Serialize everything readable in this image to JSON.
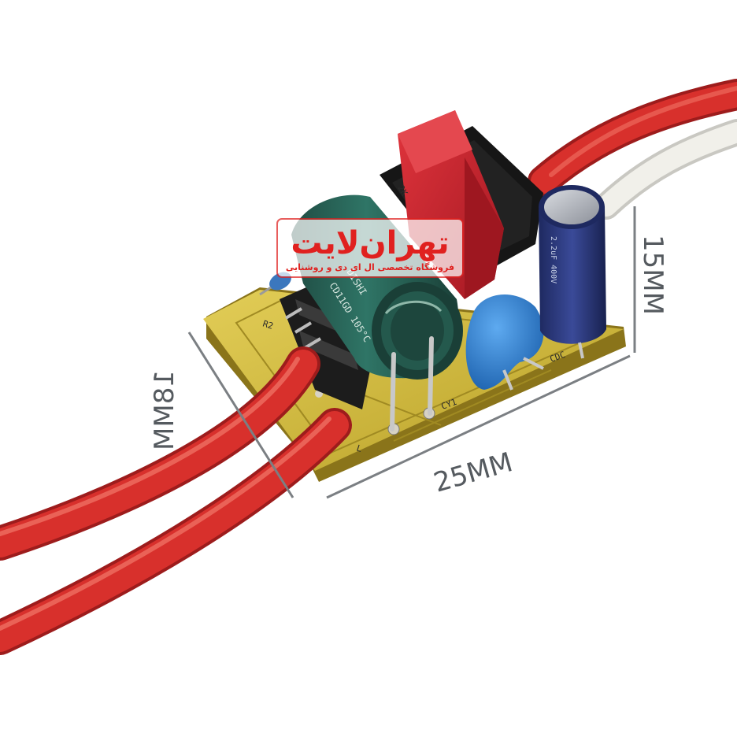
{
  "image": {
    "subject": "LED driver circuit board with wires",
    "background": "#ffffff"
  },
  "dimensions": {
    "height_label": "15MM",
    "width_label": "25MM",
    "depth_label": "18MM"
  },
  "watermark": {
    "title": "تهران‌لایت",
    "subtitle": "فروشگاه تخصصی ال ای دی و روشنایی"
  },
  "components": {
    "pcb_labels": [
      "R2",
      "L",
      "CY1",
      "CDC"
    ],
    "green_capacitor_text": "DISHI",
    "green_capacitor_spec": "CD11GD 105°C",
    "blue_capacitor_text": "2.2uF 400V",
    "transformer_mark": "2K"
  },
  "colors": {
    "wire_red": "#d8302c",
    "wire_white": "#ecebe6",
    "pcb": "#c9b23a",
    "transformer": "#c8202c",
    "green_cap": "#2d6b5e",
    "blue_cap": "#2f3e86",
    "ceramic_cap": "#2c7fd0",
    "dimension_line": "#7b7f83",
    "watermark": "#e0211f"
  }
}
